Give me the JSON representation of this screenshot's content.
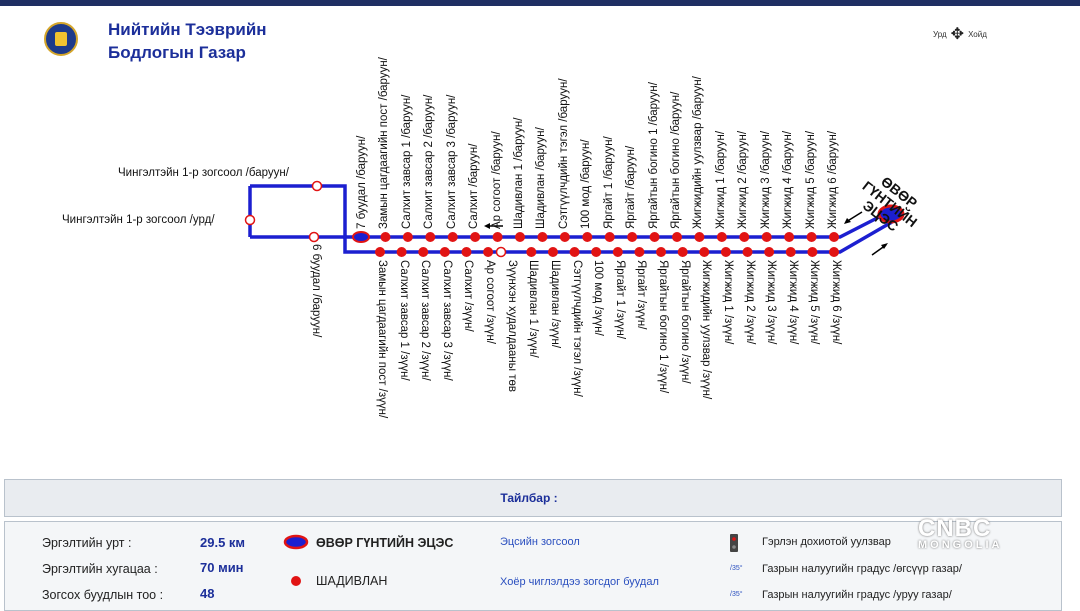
{
  "header": {
    "org_line1": "Нийтийн Тээврийн",
    "org_line2": "Бодлогын Газар",
    "compass_left": "Урд",
    "compass_right": "Хойд"
  },
  "map": {
    "terminal": "ӨВӨР ГҮНТИЙН ЭЦЭС",
    "left_stops": {
      "top": "Чингэлтэйн 1-р зогсоол /баруун/",
      "mid": "Чингэлтэйн 1-р зогсоол /урд/",
      "bottom": "6 буудал /баруун/"
    },
    "stops_top": [
      "7 буудал /баруун/",
      "Замын цагдаагийн пост /баруун/",
      "Салхит завсар 1 /баруун/",
      "Салхит завсар 2 /баруун/",
      "Салхит завсар 3 /баруун/",
      "Салхит /баруун/",
      "Ар согоот /баруун/",
      "Шадивлан 1 /баруун/",
      "Шадивлан /баруун/",
      "Сэтгүүлчдийн тэгэл /баруун/",
      "100 мод /баруун/",
      "Яргайт 1 /баруун/",
      "Яргайт /баруун/",
      "Яргайтын богино 1 /баруун/",
      "Яргайтын богино /баруун/",
      "Жигжидийн уулзвар /баруун/",
      "Жигжид 1 /баруун/",
      "Жигжид 2 /баруун/",
      "Жигжид 3 /баруун/",
      "Жигжид 4 /баруун/",
      "Жигжид 5 /баруун/",
      "Жигжид 6 /баруун/"
    ],
    "stops_bottom": [
      "Замын цагдаагийн пост /зүүн/",
      "Салхит завсар 1 /зүүн/",
      "Салхит завсар 2 /зүүн/",
      "Салхит завсар 3 /зүүн/",
      "Салхит /зүүн/",
      "Ар согоот /зүүн/",
      "Зүүнхэн худалдааны төв",
      "Шадивлан 1 /зүүн/",
      "Шадивлан /зүүн/",
      "Сэтгүүлчдийн тэгэл /зүүн/",
      "100 мод /зүүн/",
      "Яргайт 1 /зүүн/",
      "Яргайт /зүүн/",
      "Яргайтын богино 1 /зүүн/",
      "Яргайтын богино /зүүн/",
      "Жигжидийн уулзвар /зүүн/",
      "Жигжид 1 /зүүн/",
      "Жигжид 2 /зүүн/",
      "Жигжид 3 /зүүн/",
      "Жигжид 4 /зүүн/",
      "Жигжид 5 /зүүн/",
      "Жигжид 6 /зүүн/"
    ]
  },
  "legend": {
    "title": "Тайлбар :",
    "stats": [
      {
        "label": "Эргэлтийн урт :",
        "value": "29.5 км"
      },
      {
        "label": "Эргэлтийн хугацаа :",
        "value": "70 мин"
      },
      {
        "label": "Зогсох буудлын тоо :",
        "value": "48"
      }
    ],
    "terminal_label": "ӨВӨР ГҮНТИЙН ЭЦЭС",
    "stop_label": "ШАДИВЛАН",
    "end_stop": "Эцсийн зогсоол",
    "two_way_stop": "Хоёр чиглэлдээ зогсдог буудал",
    "traffic_light": "Гэрлэн дохиотой уулзвар",
    "slope_up": "Газрын налуугийн градус /өгсүүр газар/",
    "slope_down": "Газрын налуугийн градус /уруу газар/",
    "slope_up_val": "/35°",
    "slope_down_val": "/35°"
  },
  "watermark": {
    "line1": "CNBC",
    "line2": "MONGOLIA"
  },
  "colors": {
    "route": "#1c1fd0",
    "stop": "#e11414",
    "title": "#1c2f9a"
  }
}
